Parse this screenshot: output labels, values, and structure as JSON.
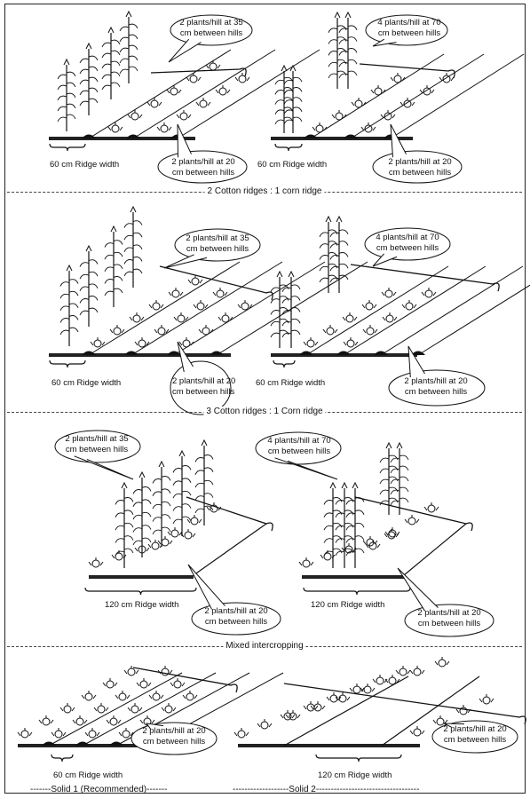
{
  "panels": {
    "p1": {
      "corn_callout": [
        "2 plants/hill at 35",
        "cm between hills"
      ],
      "cotton_callout": [
        "2 plants/hill at 20",
        "cm between hills"
      ],
      "ridge_width": "60 cm Ridge width"
    },
    "p2": {
      "corn_callout": [
        "4 plants/hill at 70",
        "cm between hills"
      ],
      "cotton_callout": [
        "2 plants/hill at 20",
        "cm between hills"
      ],
      "ridge_width": "60 cm Ridge width"
    },
    "p3": {
      "corn_callout": [
        "2 plants/hill at 35",
        "cm between hills"
      ],
      "cotton_callout": [
        "2 plants/hill at 20",
        "cm between hills"
      ],
      "ridge_width": "60 cm Ridge width"
    },
    "p4": {
      "corn_callout": [
        "4 plants/hill at 70",
        "cm between hills"
      ],
      "cotton_callout": [
        "2 plants/hill at 20",
        "cm between hills"
      ],
      "ridge_width": "60 cm Ridge width"
    },
    "p5": {
      "corn_callout": [
        "2 plants/hill at 35",
        "cm between hills"
      ],
      "cotton_callout": [
        "2 plants/hill at 20",
        "cm between hills"
      ],
      "ridge_width": "120 cm Ridge width"
    },
    "p6": {
      "corn_callout": [
        "4 plants/hill at 70",
        "cm between hills"
      ],
      "cotton_callout": [
        "2 plants/hill at 20",
        "cm between hills"
      ],
      "ridge_width": "120 cm Ridge width"
    },
    "p7": {
      "cotton_callout": [
        "2 plants/hill at 20",
        "cm between hills"
      ],
      "ridge_width": "60 cm Ridge width"
    },
    "p8": {
      "cotton_callout": [
        "2 plants/hill at 20",
        "cm between hills"
      ],
      "ridge_width": "120 cm Ridge width"
    }
  },
  "sections": {
    "s1": "2 Cotton  ridges : 1 corn  ridge",
    "s2": "3 Cotton  ridges : 1 Corn ridge",
    "s3": "Mixed intercropping",
    "s4": "Solid 1 (Recommended)",
    "s5": "Solid  2"
  }
}
